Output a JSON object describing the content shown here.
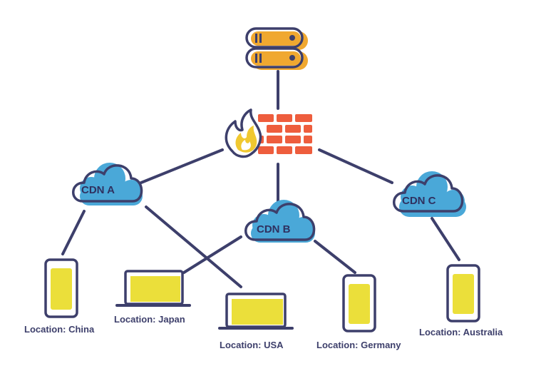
{
  "diagram": {
    "clouds": [
      {
        "id": "cdn-a",
        "label": "CDN A"
      },
      {
        "id": "cdn-b",
        "label": "CDN B"
      },
      {
        "id": "cdn-c",
        "label": "CDN C"
      }
    ],
    "devices": [
      {
        "id": "china",
        "type": "phone",
        "label": "Location: China"
      },
      {
        "id": "japan",
        "type": "laptop",
        "label": "Location: Japan"
      },
      {
        "id": "usa",
        "type": "laptop",
        "label": "Location: USA"
      },
      {
        "id": "germany",
        "type": "phone",
        "label": "Location: Germany"
      },
      {
        "id": "australia",
        "type": "phone",
        "label": "Location: Australia"
      }
    ],
    "icons": {
      "server": "server-icon",
      "firewall": "firewall-icon",
      "fire": "fire-icon"
    },
    "colors": {
      "line": "#3d3f6b",
      "cloud": "#4aa8d8",
      "server": "#f0a830",
      "brick": "#ee5d3d",
      "screen": "#ebdf3a"
    }
  }
}
